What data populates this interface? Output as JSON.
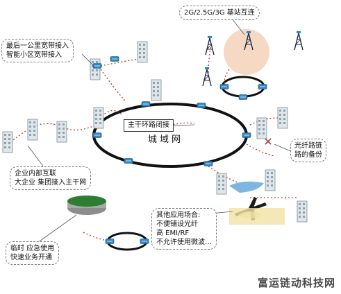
{
  "callouts": {
    "base_station": "2G/2.5G/3G 基站互连",
    "last_mile_1": "最后一公里宽带接入",
    "last_mile_2": "智能小区宽带接入",
    "enterprise_1": "企业内部互联",
    "enterprise_2": "大企业 集团接入主干网",
    "temporary_1": "临时 应急使用",
    "temporary_2": "快速业务开通",
    "other_1": "其他应用场合:",
    "other_2": "不便铺设光纤",
    "other_3": "高 EMI/RF",
    "other_4": "不允许使用微波…",
    "fiber_backup_1": "光纤路链",
    "fiber_backup_2": "路的备份"
  },
  "labels": {
    "backbone_closed": "主干环路闭接",
    "metro_network": "城域网"
  },
  "watermark": "富运链动科技网",
  "colors": {
    "ring": "#111111",
    "link_dotted": "#c0392b",
    "device": "#2e86c1",
    "building_light": "#e6ecef",
    "building_dark": "#aab7bf",
    "halo": "#f3d2b8"
  }
}
